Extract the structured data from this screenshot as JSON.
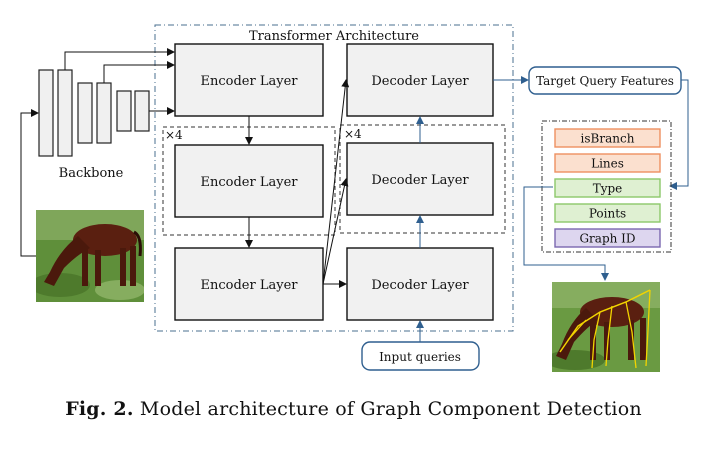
{
  "diagram": {
    "transformer_title": "Transformer Architecture",
    "backbone_label": "Backbone",
    "repeat_encoder": "×4",
    "repeat_decoder": "×4",
    "encoder_layer": "Encoder Layer",
    "decoder_layer": "Decoder Layer",
    "target_query_features": "Target Query Features",
    "input_queries": "Input queries",
    "outputs": [
      {
        "label": "isBranch",
        "fill": "#fbe0cf",
        "stroke": "#ee9060"
      },
      {
        "label": "Lines",
        "fill": "#fbe0cf",
        "stroke": "#ee9060"
      },
      {
        "label": "Type",
        "fill": "#dff0d2",
        "stroke": "#8cc86a"
      },
      {
        "label": "Points",
        "fill": "#dff0d2",
        "stroke": "#8cc86a"
      },
      {
        "label": "Graph ID",
        "fill": "#ddd6ef",
        "stroke": "#7b68b0"
      }
    ],
    "colors": {
      "layer_fill": "#f1f1f1",
      "blue_arrow": "#2f5f8f",
      "dashed_border": "#333333"
    }
  },
  "caption": {
    "label": "Fig. 2.",
    "text": "Model architecture of Graph Component Detection"
  }
}
